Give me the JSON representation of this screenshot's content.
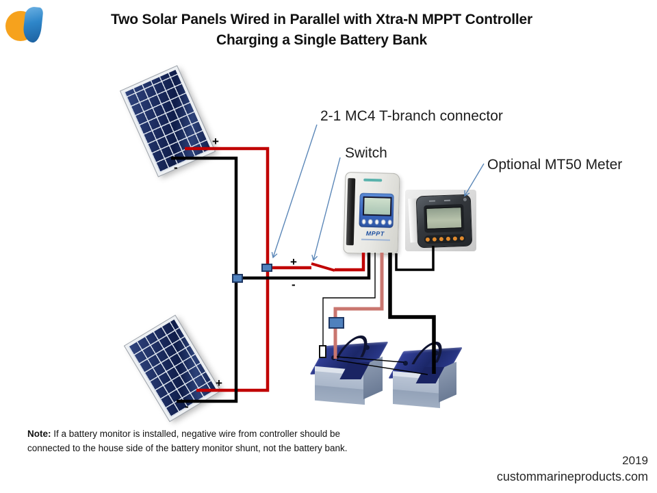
{
  "slide": {
    "title_line1": "Two Solar Panels Wired in Parallel with Xtra-N MPPT Controller",
    "title_line2": "Charging a Single Battery Bank"
  },
  "annotations": {
    "t_branch_label": "2-1 MC4 T-branch connector",
    "switch_label": "Switch",
    "mt50_label": "Optional MT50 Meter"
  },
  "polarity": {
    "plus": "+",
    "minus": "-"
  },
  "devices": {
    "controller_display_label": "MPPT"
  },
  "note": {
    "label": "Note:",
    "text": "If a battery monitor is installed, negative wire from controller should be connected to the house side of the battery monitor shunt, not the battery bank."
  },
  "footer": {
    "year": "2019",
    "website": "custommarineproducts.com"
  },
  "colors": {
    "wire_positive": "#c00000",
    "wire_negative": "#000000",
    "wire_battery_positive": "#c9766f",
    "connector_fill": "#4f81bd",
    "connector_border": "#1f3864",
    "annotation_arrow": "#5b87b8",
    "text": "#1a1a1a"
  }
}
